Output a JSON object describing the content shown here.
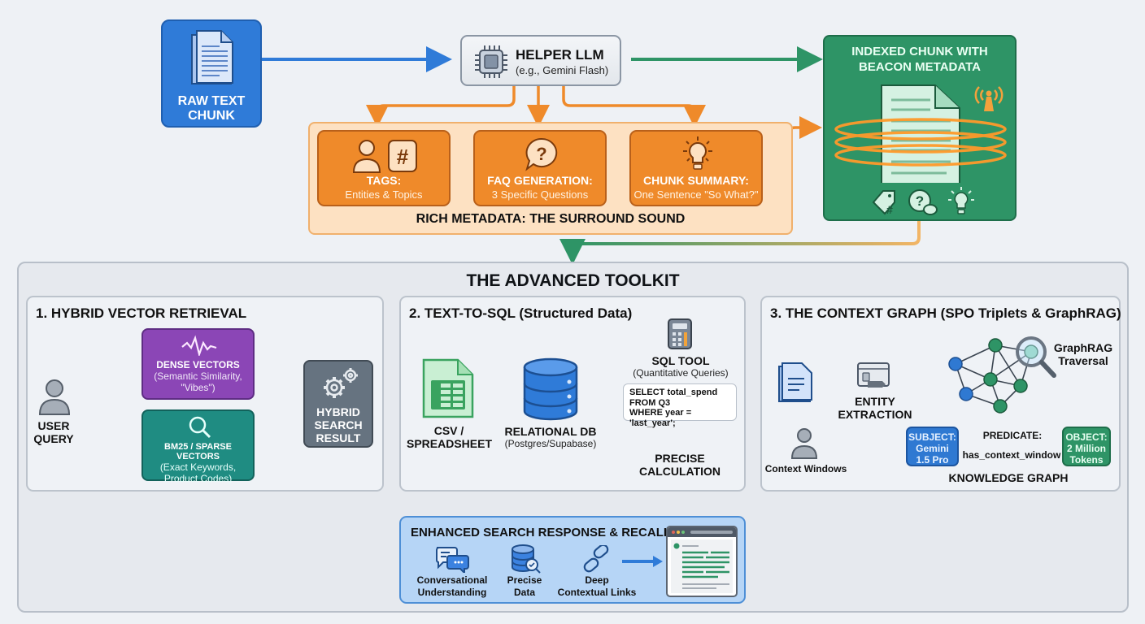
{
  "colors": {
    "blue": "#2f7bd8",
    "orange": "#ef8a2a",
    "green": "#2e9466",
    "purple": "#8b46b6",
    "teal": "#1f8c82",
    "slate": "#667380",
    "light_blue": "#b6d5f6"
  },
  "top_flow": {
    "raw_chunk": {
      "icon": "document-icon",
      "label_line1": "RAW TEXT",
      "label_line2": "CHUNK"
    },
    "helper_llm": {
      "icon": "chip-icon",
      "title": "HELPER LLM",
      "subtitle": "(e.g., Gemini Flash)"
    },
    "indexed_chunk": {
      "title_line1": "INDEXED CHUNK WITH",
      "title_line2": "BEACON METADATA",
      "icons": [
        "beacon-icon",
        "tag-hash-icon",
        "question-chat-icon",
        "lightbulb-icon"
      ]
    },
    "rich_metadata": {
      "caption": "RICH METADATA: THE SURROUND SOUND",
      "cards": [
        {
          "icon": "person-hash-icon",
          "title": "TAGS:",
          "subtitle": "Entities & Topics"
        },
        {
          "icon": "question-bubble-icon",
          "title": "FAQ GENERATION:",
          "subtitle": "3 Specific Questions"
        },
        {
          "icon": "lightbulb-icon",
          "title": "CHUNK SUMMARY:",
          "subtitle": "One Sentence \"So What?\""
        }
      ]
    }
  },
  "toolkit": {
    "title": "THE ADVANCED TOOLKIT",
    "hybrid": {
      "title": "1. HYBRID VECTOR RETRIEVAL",
      "user_query_line1": "USER",
      "user_query_line2": "QUERY",
      "dense": {
        "icon": "waveform-icon",
        "title": "DENSE VECTORS",
        "sub_line1": "(Semantic Similarity,",
        "sub_line2": "\"Vibes\")"
      },
      "sparse": {
        "icon": "search-icon",
        "title": "BM25 / SPARSE VECTORS",
        "sub_line1": "(Exact Keywords,",
        "sub_line2": "Product Codes)"
      },
      "result": {
        "icon": "gears-icon",
        "line1": "HYBRID",
        "line2": "SEARCH",
        "line3": "RESULT"
      }
    },
    "sql": {
      "title": "2. TEXT-TO-SQL (Structured Data)",
      "csv_line1": "CSV /",
      "csv_line2": "SPREADSHEET",
      "db_title": "RELATIONAL DB",
      "db_sub": "(Postgres/Supabase)",
      "tool_title": "SQL TOOL",
      "tool_sub": "(Quantitative Queries)",
      "query_line1": "SELECT total_spend",
      "query_line2": "FROM Q3",
      "query_line3": "WHERE year = 'last_year';",
      "result_line1": "PRECISE",
      "result_line2": "CALCULATION"
    },
    "graph": {
      "title": "3. THE CONTEXT GRAPH (SPO Triplets & GraphRAG)",
      "extraction_line1": "ENTITY",
      "extraction_line2": "EXTRACTION",
      "traversal_line1": "GraphRAG",
      "traversal_line2": "Traversal",
      "context_windows": "Context Windows",
      "subject_line1": "SUBJECT:",
      "subject_line2": "Gemini",
      "subject_line3": "1.5 Pro",
      "predicate_label": "PREDICATE:",
      "predicate_value": "has_context_window",
      "object_line1": "OBJECT:",
      "object_line2": "2 Million",
      "object_line3": "Tokens",
      "caption": "KNOWLEDGE GRAPH"
    },
    "enhanced": {
      "title": "ENHANCED SEARCH RESPONSE & RECALL",
      "items": [
        {
          "icon": "chat-bubbles-icon",
          "line1": "Conversational",
          "line2": "Understanding"
        },
        {
          "icon": "database-search-icon",
          "line1": "Precise",
          "line2": "Data"
        },
        {
          "icon": "link-icon",
          "line1": "Deep",
          "line2": "Contextual Links"
        }
      ]
    }
  }
}
